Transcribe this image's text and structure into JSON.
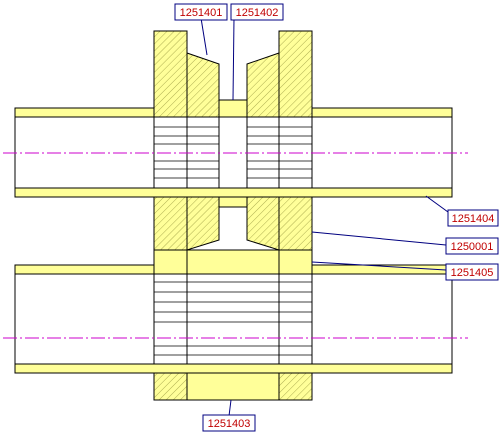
{
  "drawing": {
    "colors": {
      "part_fill": "#ffff99",
      "outline": "#000000",
      "hatch": "#9a9a40",
      "centerline": "#cc00cc",
      "leader": "#000080",
      "label_text": "#c00000",
      "label_box": "#000080"
    },
    "labels": {
      "top_left": "1251401",
      "top_right": "1251402",
      "right_upper": "1251404",
      "right_middle": "1250001",
      "right_lower": "1251405",
      "bottom": "1251403"
    }
  }
}
